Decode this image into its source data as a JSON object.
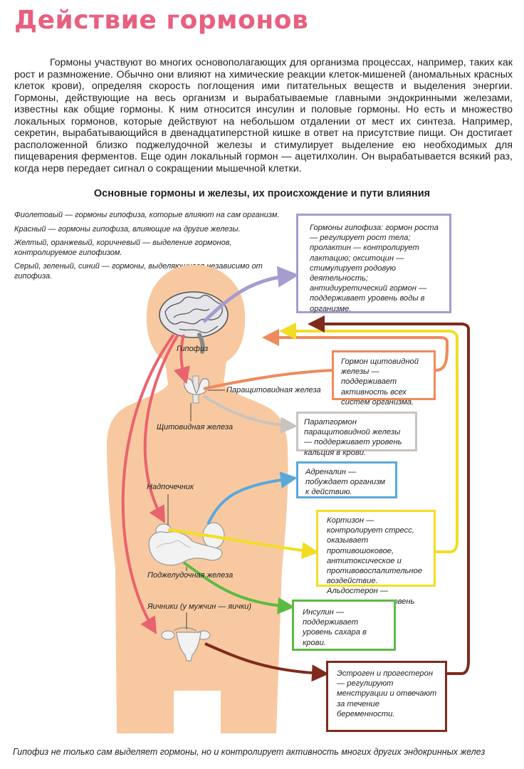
{
  "title": "Действие гормонов",
  "intro": "Гормоны участвуют во многих основополагающих для организма процессах, например, таких как рост и размножение. Обычно они влияют на химические реакции клеток-мишеней (аномальных красных клеток крови), определяя скорость поглощения ими питательных веществ и выделения энергии. Гормоны, действующие на весь организм и вырабатываемые главными эндокринными железами, известны как общие гормоны. К ним относится инсулин и половые гормоны. Но есть и множество локальных гормонов, которые действуют на небольшом отдалении от мест их синтеза. Например, секретин, вырабатывающийся в двенадцатиперстной кишке в ответ на присутствие пищи. Он достигает расположенной близко поджелудочной железы и стимулирует выделение ею необходимых для пищеварения ферментов. Еще один локальный гормон — ацетилхолин. Он вырабатывается всякий раз, когда нерв передает сигнал о сокращении мышечной клетки.",
  "subtitle": "Основные гормоны и железы, их происхождение и пути влияния",
  "legend": [
    "Фиолетовый — гормоны гипофиза, которые влияют на сам организм.",
    "Красный — гормоны гипофиза, влияющие на другие железы.",
    "Желтый, оранжевый, коричневый — выделение гормонов, контролируемое гипофизом.",
    "Серый, зеленый, синий — гормоны, выделяющиеся независимо от гипофиза."
  ],
  "glands": {
    "pituitary": "Гипофиз",
    "parathyroid": "Паращитовидная железа",
    "thyroid": "Щитовидная железа",
    "adrenal": "Надпочечник",
    "pancreas": "Поджелудочная железа",
    "ovaries": "Яичники (у мужчин — яички)"
  },
  "boxes": {
    "pituitary": "Гормоны гипофиза: гормон роста — регулирует рост тела;\nпролактин — контролирует лактацию; окситоцин — стимулирует родовую деятельность;\nантидиуретический гормон — поддерживает уровень воды в организме.",
    "thyroid": "Гормон щитовидной железы — поддерживает активность всех систем организма.",
    "parathyroid": "Паратгормон паращитовидной железы — поддерживает уровень кальция в крови.",
    "adrenaline": "Адреналин — побуждает организм к действию.",
    "cortisone": "Кортизон — контролирует стресс, оказывает противошоковое, антитоксическое и противовоспалительное воздействие. Альдостерон — контролирует уровень соли в организме.",
    "insulin": "Инсулин — поддерживает уровень сахара в крови.",
    "estrogen": "Эстроген и прогестерон — регулируют менструации и отвечают за течение беременности."
  },
  "footer": "Гипофиз не только сам выделяет гормоны, но и контролирует активность многих других эндокринных желез",
  "colors": {
    "title": "#e8607f",
    "violet": "#a79bd0",
    "red": "#e9636e",
    "orange": "#ef8a5c",
    "yellow": "#f2dd25",
    "brown": "#7e2a1c",
    "gray": "#c9c3bf",
    "blue": "#5aa8db",
    "green": "#5cba43",
    "body": "#f8c9a0"
  }
}
